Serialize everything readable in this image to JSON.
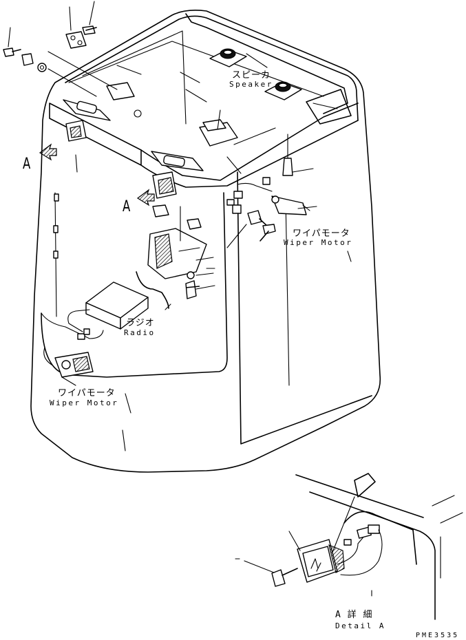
{
  "labels": {
    "speaker_jp": "スピーカ",
    "speaker_en": "Speaker",
    "wiper_right_jp": "ワイパモータ",
    "wiper_right_en": "Wiper Motor",
    "radio_jp": "ラジオ",
    "radio_en": "Radio",
    "wiper_left_jp": "ワイパモータ",
    "wiper_left_en": "Wiper Motor",
    "view_marker_left": "A",
    "view_marker_center": "A",
    "detail_jp": "A 詳 細",
    "detail_en": "Detail A",
    "drawing_code": "PME3535"
  }
}
